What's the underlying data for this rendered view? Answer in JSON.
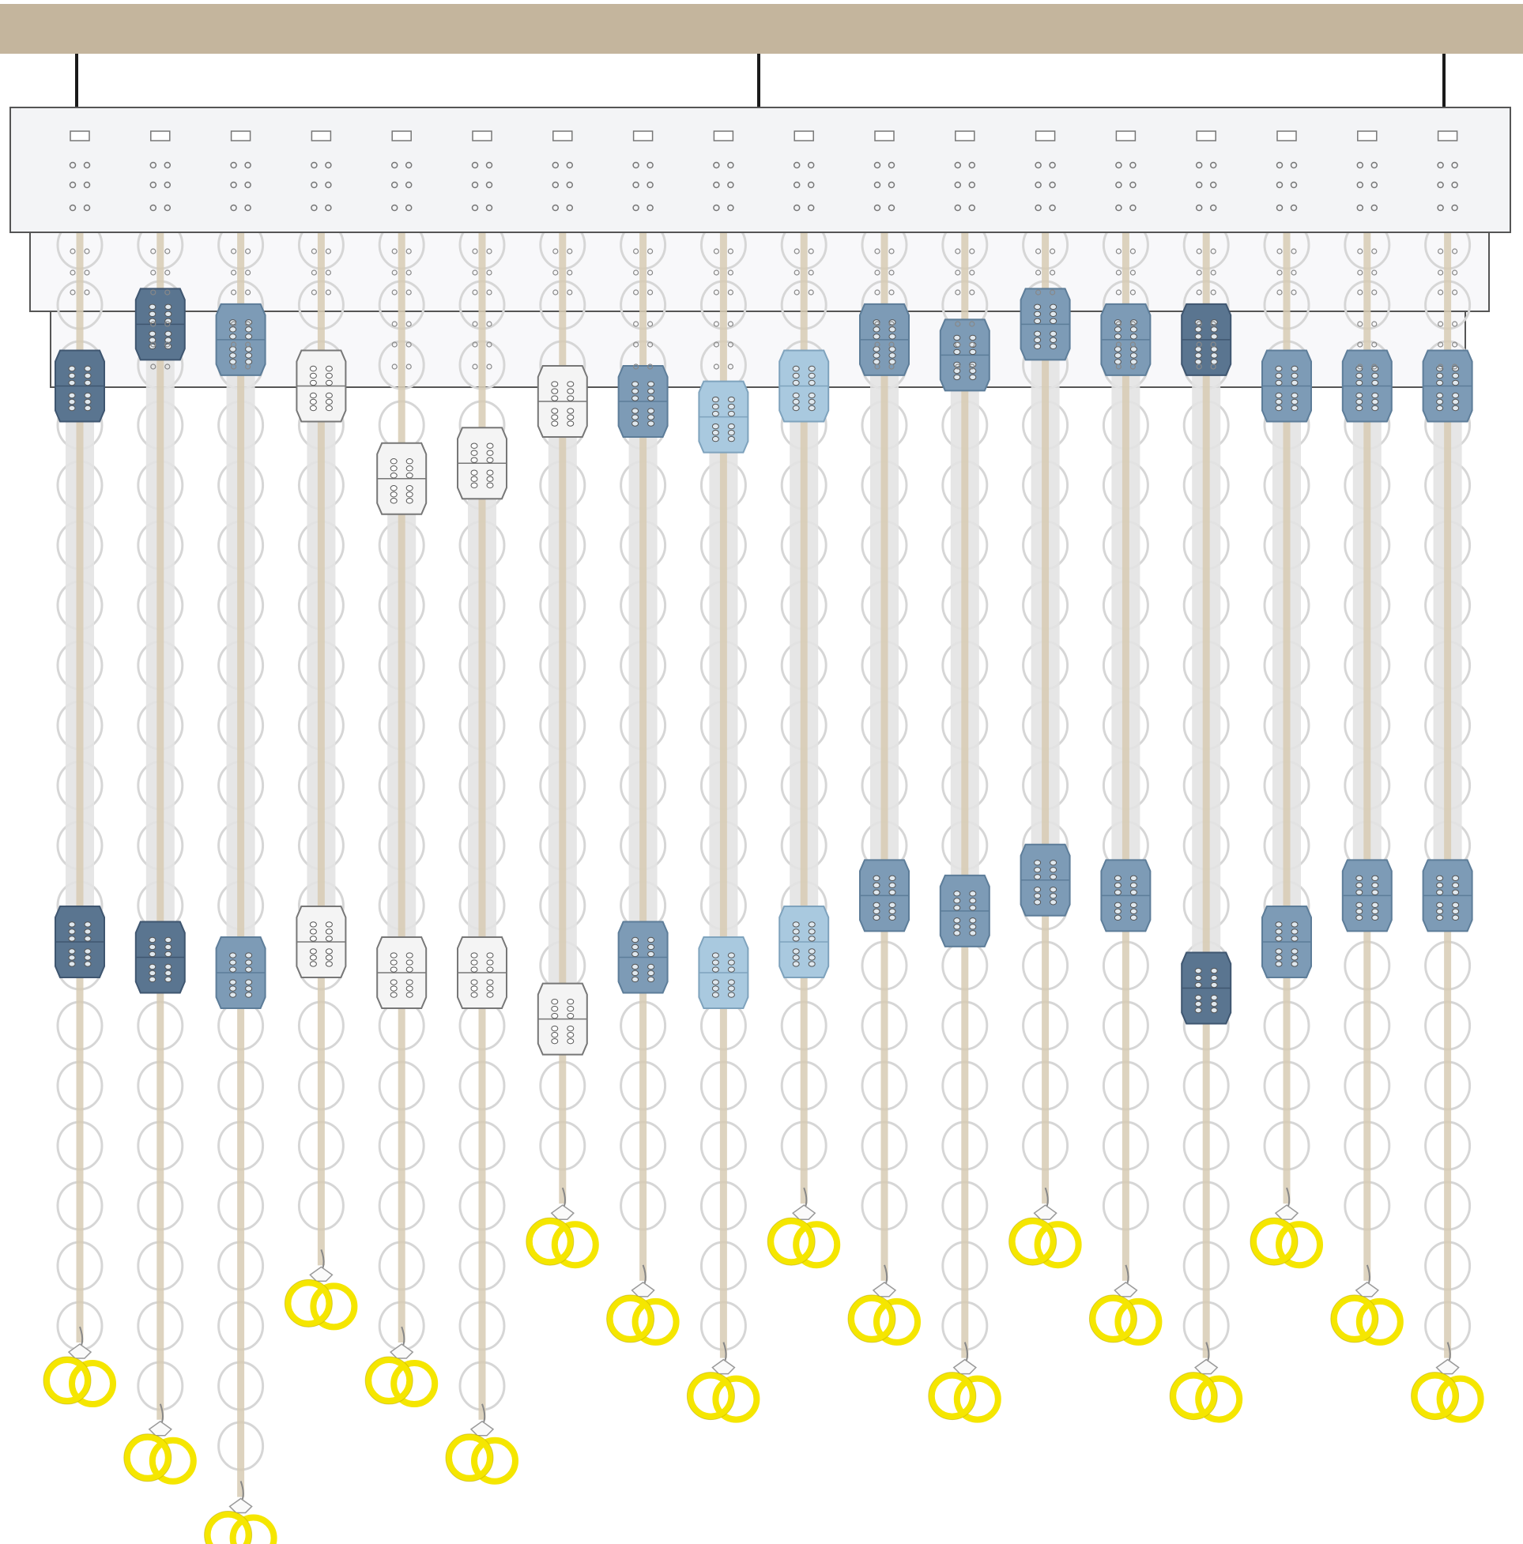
{
  "colors": {
    "ceiling": "#c4b59d",
    "hanger": "#1a1a1a",
    "panel_fill": "#f3f4f6",
    "panel_stroke": "#555555",
    "cord": "#d8ccb4",
    "chain_ring": "#d6d6d6",
    "beaded_sleeve": "#e3e3e3",
    "ring_gold": "#f5e600",
    "ring_outline": "#b8a800",
    "shade_dark": "#5a7590",
    "shade_mid": "#7d9bb6",
    "shade_light": "#a9c9df",
    "shade_white": "#f4f4f4"
  },
  "strands": [
    {
      "upper_block": 0.25,
      "lower_block": 0.61,
      "ring_drop": 0.89,
      "shade": "shade_dark"
    },
    {
      "upper_block": 0.21,
      "lower_block": 0.62,
      "ring_drop": 0.94,
      "shade": "shade_dark"
    },
    {
      "upper_block": 0.22,
      "lower_block": 0.63,
      "ring_drop": 0.99,
      "shade": "shade_mid"
    },
    {
      "upper_block": 0.25,
      "lower_block": 0.61,
      "ring_drop": 0.84,
      "shade": "shade_white"
    },
    {
      "upper_block": 0.31,
      "lower_block": 0.63,
      "ring_drop": 0.89,
      "shade": "shade_white"
    },
    {
      "upper_block": 0.3,
      "lower_block": 0.63,
      "ring_drop": 0.94,
      "shade": "shade_white"
    },
    {
      "upper_block": 0.26,
      "lower_block": 0.66,
      "ring_drop": 0.8,
      "shade": "shade_white"
    },
    {
      "upper_block": 0.26,
      "lower_block": 0.62,
      "ring_drop": 0.85,
      "shade": "shade_mid"
    },
    {
      "upper_block": 0.27,
      "lower_block": 0.63,
      "ring_drop": 0.9,
      "shade": "shade_light"
    },
    {
      "upper_block": 0.25,
      "lower_block": 0.61,
      "ring_drop": 0.8,
      "shade": "shade_light"
    },
    {
      "upper_block": 0.22,
      "lower_block": 0.58,
      "ring_drop": 0.85,
      "shade": "shade_mid"
    },
    {
      "upper_block": 0.23,
      "lower_block": 0.59,
      "ring_drop": 0.9,
      "shade": "shade_mid"
    },
    {
      "upper_block": 0.21,
      "lower_block": 0.57,
      "ring_drop": 0.8,
      "shade": "shade_mid"
    },
    {
      "upper_block": 0.22,
      "lower_block": 0.58,
      "ring_drop": 0.85,
      "shade": "shade_mid"
    },
    {
      "upper_block": 0.22,
      "lower_block": 0.64,
      "ring_drop": 0.9,
      "shade": "shade_dark"
    },
    {
      "upper_block": 0.25,
      "lower_block": 0.61,
      "ring_drop": 0.8,
      "shade": "shade_mid"
    },
    {
      "upper_block": 0.25,
      "lower_block": 0.58,
      "ring_drop": 0.85,
      "shade": "shade_mid"
    },
    {
      "upper_block": 0.25,
      "lower_block": 0.58,
      "ring_drop": 0.9,
      "shade": "shade_mid"
    }
  ]
}
